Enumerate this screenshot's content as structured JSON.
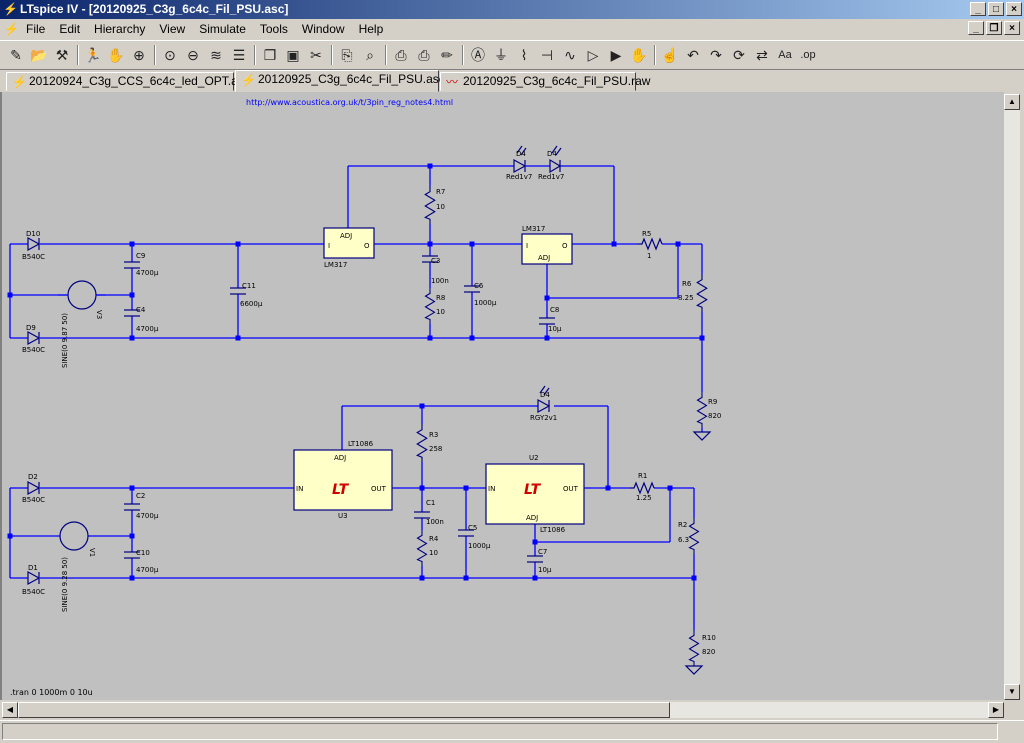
{
  "window": {
    "title": "LTspice IV - [20120925_C3g_6c4c_Fil_PSU.asc]"
  },
  "menu": {
    "items": [
      "File",
      "Edit",
      "Hierarchy",
      "View",
      "Simulate",
      "Tools",
      "Window",
      "Help"
    ]
  },
  "toolbar": {
    "icons": [
      "new-schematic-icon",
      "open-icon",
      "control-panel-icon",
      "run-icon",
      "halt-icon",
      "zoom-in-icon",
      "zoom-full-icon",
      "zoom-out-icon",
      "autorange-icon",
      "tile-windows-icon",
      "cascade-icon",
      "close-window-icon",
      "cut-icon",
      "copy-icon",
      "find-icon",
      "print-setup-icon",
      "print-icon",
      "draw-wire-icon",
      "label-net-icon",
      "ground-icon",
      "resistor-icon",
      "capacitor-icon",
      "inductor-icon",
      "diode-icon",
      "component-icon",
      "move-icon",
      "drag-icon",
      "undo-icon",
      "redo-icon",
      "rotate-icon",
      "mirror-icon",
      "text-icon",
      "spice-directive-icon"
    ]
  },
  "tabs": [
    {
      "label": "20120924_C3g_CCS_6c4c_led_OPT.asc",
      "active": false
    },
    {
      "label": "20120925_C3g_6c4c_Fil_PSU.asc",
      "active": true
    },
    {
      "label": "20120925_C3g_6c4c_Fil_PSU.raw",
      "active": false
    }
  ],
  "schematic": {
    "url_comment": "http://www.acoustica.org.uk/t/3pin_reg_notes4.html",
    "spice_directive": ".tran 0 1000m 0 10u",
    "top_circuit": {
      "D10": {
        "ref": "D10",
        "value": "B540C"
      },
      "D9": {
        "ref": "D9",
        "value": "B540C"
      },
      "V3": {
        "ref": "V3",
        "value": "SINE(0 9.87 50)"
      },
      "C9": {
        "ref": "C9",
        "value": "4700µ"
      },
      "C4": {
        "ref": "C4",
        "value": "4700µ"
      },
      "C11": {
        "ref": "C11",
        "value": "6600µ"
      },
      "U_left": {
        "ref": "LM317",
        "pin_in": "I",
        "pin_adj": "ADJ",
        "pin_out": "O"
      },
      "R7": {
        "ref": "R7",
        "value": "10"
      },
      "C3": {
        "ref": "C3",
        "value": "100n"
      },
      "R8": {
        "ref": "R8",
        "value": "10"
      },
      "C6": {
        "ref": "C6",
        "value": "1000µ"
      },
      "U_right": {
        "ref": "LM317",
        "pin_in": "I",
        "pin_adj": "ADJ",
        "pin_out": "O"
      },
      "C8": {
        "ref": "C8",
        "value": "10µ"
      },
      "D_led1": {
        "ref": "D4",
        "value": "Red1v7"
      },
      "D_led2": {
        "ref": "D4",
        "value": "Red1v7"
      },
      "R5": {
        "ref": "R5",
        "value": "1"
      },
      "R6": {
        "ref": "R6",
        "value": "8.25"
      },
      "R9": {
        "ref": "R9",
        "value": "820"
      }
    },
    "bottom_circuit": {
      "D2": {
        "ref": "D2",
        "value": "B540C"
      },
      "D1": {
        "ref": "D1",
        "value": "B540C"
      },
      "V1": {
        "ref": "V1",
        "value": "SINE(0 9.28 50)"
      },
      "C2": {
        "ref": "C2",
        "value": "4700µ"
      },
      "C10": {
        "ref": "C10",
        "value": "4700µ"
      },
      "U3": {
        "ref": "U3",
        "part": "LT1086",
        "pin_in": "IN",
        "pin_out": "OUT",
        "pin_adj": "ADJ"
      },
      "R3": {
        "ref": "R3",
        "value": "258"
      },
      "C1": {
        "ref": "C1",
        "value": "100n"
      },
      "R4": {
        "ref": "R4",
        "value": "10"
      },
      "C5": {
        "ref": "C5",
        "value": "1000µ"
      },
      "U2": {
        "ref": "U2",
        "part": "LT1086",
        "pin_in": "IN",
        "pin_out": "OUT",
        "pin_adj": "ADJ"
      },
      "C7": {
        "ref": "C7",
        "value": "10µ"
      },
      "D_led": {
        "ref": "D4",
        "value": "RGY2v1"
      },
      "R1": {
        "ref": "R1",
        "value": "1.25"
      },
      "R2": {
        "ref": "R2",
        "value": "6.3"
      },
      "R10": {
        "ref": "R10",
        "value": "820"
      }
    },
    "logo_text": "LT",
    "colors": {
      "wire": "#0000ff",
      "component": "#000080",
      "background": "#c0c0c0",
      "ic_fill": "#ffffc8",
      "junction": "#0000ff"
    }
  }
}
